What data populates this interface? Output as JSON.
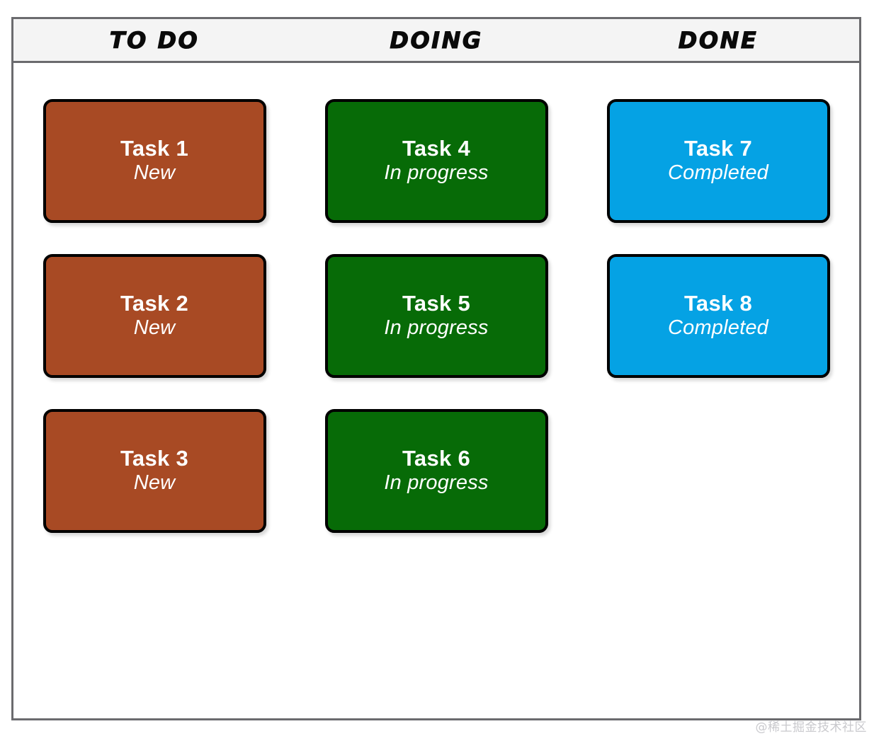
{
  "board": {
    "frame_border_color": "#6b6b6e",
    "header_background": "#f4f4f4",
    "background": "#ffffff"
  },
  "columns": [
    {
      "id": "todo",
      "label": "TO DO"
    },
    {
      "id": "doing",
      "label": "DOING"
    },
    {
      "id": "done",
      "label": "DONE"
    }
  ],
  "status_colors": {
    "New": "#a84a24",
    "In progress": "#076b07",
    "Completed": "#05a2e4"
  },
  "cards": {
    "todo": [
      {
        "title": "Task 1",
        "status": "New",
        "color": "#a84a24"
      },
      {
        "title": "Task 2",
        "status": "New",
        "color": "#a84a24"
      },
      {
        "title": "Task 3",
        "status": "New",
        "color": "#a84a24"
      }
    ],
    "doing": [
      {
        "title": "Task 4",
        "status": "In progress",
        "color": "#076b07"
      },
      {
        "title": "Task 5",
        "status": "In progress",
        "color": "#076b07"
      },
      {
        "title": "Task 6",
        "status": "In progress",
        "color": "#076b07"
      }
    ],
    "done": [
      {
        "title": "Task 7",
        "status": "Completed",
        "color": "#05a2e4"
      },
      {
        "title": "Task 8",
        "status": "Completed",
        "color": "#05a2e4"
      }
    ]
  },
  "watermark": {
    "text": "@稀土掘金技术社区"
  }
}
